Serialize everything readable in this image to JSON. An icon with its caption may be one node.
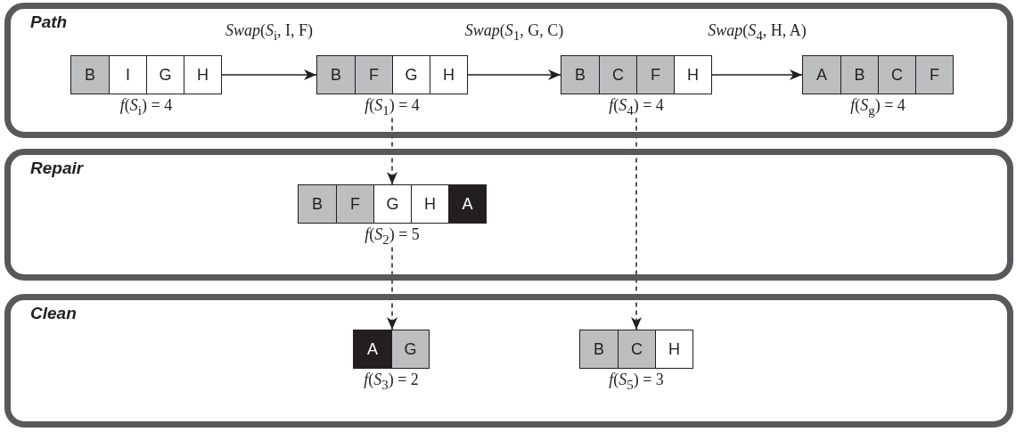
{
  "diagram": {
    "nodes": [
      {
        "text": [
          "Path"
        ]
      },
      {
        "text": [],
        "shape": "box",
        "in": 0,
        "beside": [
          "*f*(*S*$_{i}$) = 4"
        ]
      },
      {
        "text": [
          "B"
        ],
        "in": 1
      },
      {
        "text": [
          "I"
        ],
        "in": 1
      },
      {
        "text": [
          "G"
        ],
        "in": 1
      },
      {
        "text": [
          "H"
        ],
        "in": 1
      },
      {
        "text": [],
        "shape": "box",
        "in": 0,
        "beside": [
          "*f*(*S*$_{1}$) = 4"
        ]
      },
      {
        "text": [
          "B"
        ],
        "in": 6
      },
      {
        "text": [
          "F"
        ],
        "in": 6
      },
      {
        "text": [
          "G"
        ],
        "in": 6
      },
      {
        "text": [
          "H"
        ],
        "in": 6
      },
      {
        "text": [],
        "shape": "box",
        "in": 0,
        "beside": [
          "*f*(*S*$_{4}$) = 4"
        ]
      },
      {
        "text": [
          "B"
        ],
        "in": 11
      },
      {
        "text": [
          "C"
        ],
        "in": 11
      },
      {
        "text": [
          "F"
        ],
        "in": 11
      },
      {
        "text": [
          "H"
        ],
        "in": 11
      },
      {
        "text": [],
        "shape": "box",
        "in": 0,
        "beside": [
          "*f*(*S*$_{g}$) = 4"
        ]
      },
      {
        "text": [
          "A"
        ],
        "in": 16
      },
      {
        "text": [
          "B"
        ],
        "in": 16
      },
      {
        "text": [
          "C"
        ],
        "in": 16
      },
      {
        "text": [
          "F"
        ],
        "in": 16
      },
      {
        "text": [
          "Repair"
        ]
      },
      {
        "text": [],
        "shape": "box",
        "in": 21,
        "beside": [
          "*f*(*S*$_{2}$) = 5"
        ]
      },
      {
        "text": [
          "B"
        ],
        "in": 22
      },
      {
        "text": [
          "F"
        ],
        "in": 22
      },
      {
        "text": [
          "G"
        ],
        "in": 22
      },
      {
        "text": [
          "H"
        ],
        "in": 22
      },
      {
        "text": [
          "A"
        ],
        "in": 22
      },
      {
        "text": [
          "Clean"
        ]
      },
      {
        "text": [],
        "shape": "box",
        "in": 28,
        "beside": [
          "*f*(*S*$_{3}$) = 2"
        ]
      },
      {
        "text": [
          "A"
        ],
        "in": 29
      },
      {
        "text": [
          "G"
        ],
        "in": 29
      },
      {
        "text": [],
        "shape": "box",
        "in": 28,
        "beside": [
          "*f*(*S*$_{5}$) = 3"
        ]
      },
      {
        "text": [
          "B"
        ],
        "in": 32
      },
      {
        "text": [
          "C"
        ],
        "in": 32
      },
      {
        "text": [
          "H"
        ],
        "in": 32
      }
    ],
    "edges": [
      {
        "from": 1,
        "to": 6,
        "arrow": "to",
        "label": "*Swap*(*S*$_{i}$, I, F)"
      },
      {
        "from": 6,
        "to": 11,
        "arrow": "to",
        "label": "*Swap*(*S*$_{1}$, G, C)"
      },
      {
        "from": 11,
        "to": 16,
        "arrow": "to",
        "label": "*Swap*(*S*$_{4}$, H, A)"
      },
      {
        "from": 6,
        "to": 22,
        "arrow": "to",
        "style": "dashed"
      },
      {
        "from": 22,
        "to": 29,
        "arrow": "to",
        "style": "dashed"
      },
      {
        "from": 11,
        "to": 32,
        "arrow": "to",
        "style": "dashed"
      }
    ]
  }
}
